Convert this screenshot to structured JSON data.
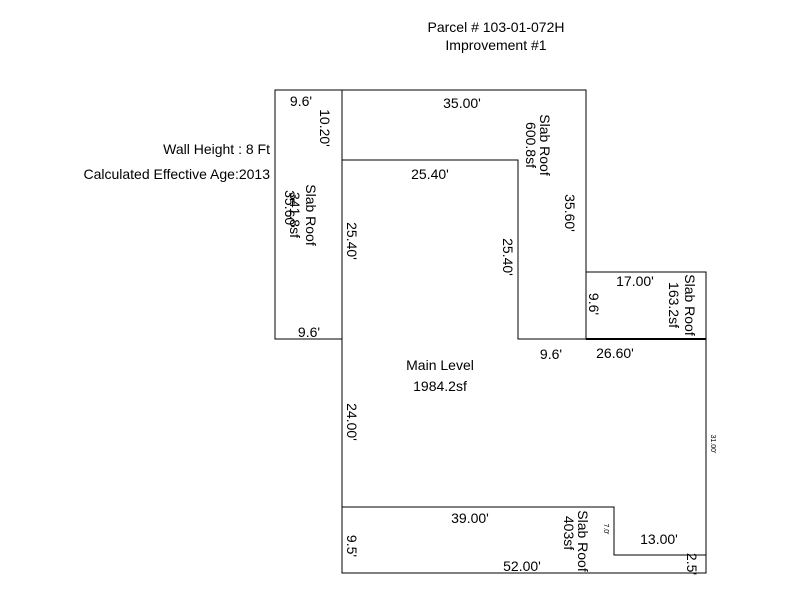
{
  "header": {
    "parcel": "Parcel # 103-01-072H",
    "improvement": "Improvement #1"
  },
  "info": {
    "wall_height": "Wall Height : 8 Ft",
    "effective_age": "Calculated Effective Age:2013"
  },
  "areas": {
    "main": {
      "name": "Main Level",
      "area": "1984.2sf"
    },
    "slab_left": {
      "name": "Slab Roof",
      "area": "341.8sf"
    },
    "slab_top": {
      "name": "Slab Roof",
      "area": "600.8sf"
    },
    "slab_right": {
      "name": "Slab Roof",
      "area": "163.2sf"
    },
    "slab_bottom": {
      "name": "Slab Roof",
      "area": "403sf"
    }
  },
  "dims": {
    "left_top": "9.6'",
    "left_side": "10.20'",
    "left_height": "35.60'",
    "left_bottom": "9.6'",
    "top_width": "35.00'",
    "top_right_height": "35.60'",
    "inner_top": "25.40'",
    "inner_left": "25.40'",
    "inner_mid": "25.40'",
    "notch_bottom": "9.6'",
    "right_top": "17.00'",
    "right_left": "9.6'",
    "right_bottom": "26.60'",
    "right_side": "31.00'",
    "main_left": "24.00'",
    "bottom_top": "39.00'",
    "bottom_left": "9.5'",
    "bottom_notch": "7.0'",
    "bottom_step": "13.00'",
    "bottom_corner": "2.5'",
    "bottom_width": "52.00'"
  }
}
